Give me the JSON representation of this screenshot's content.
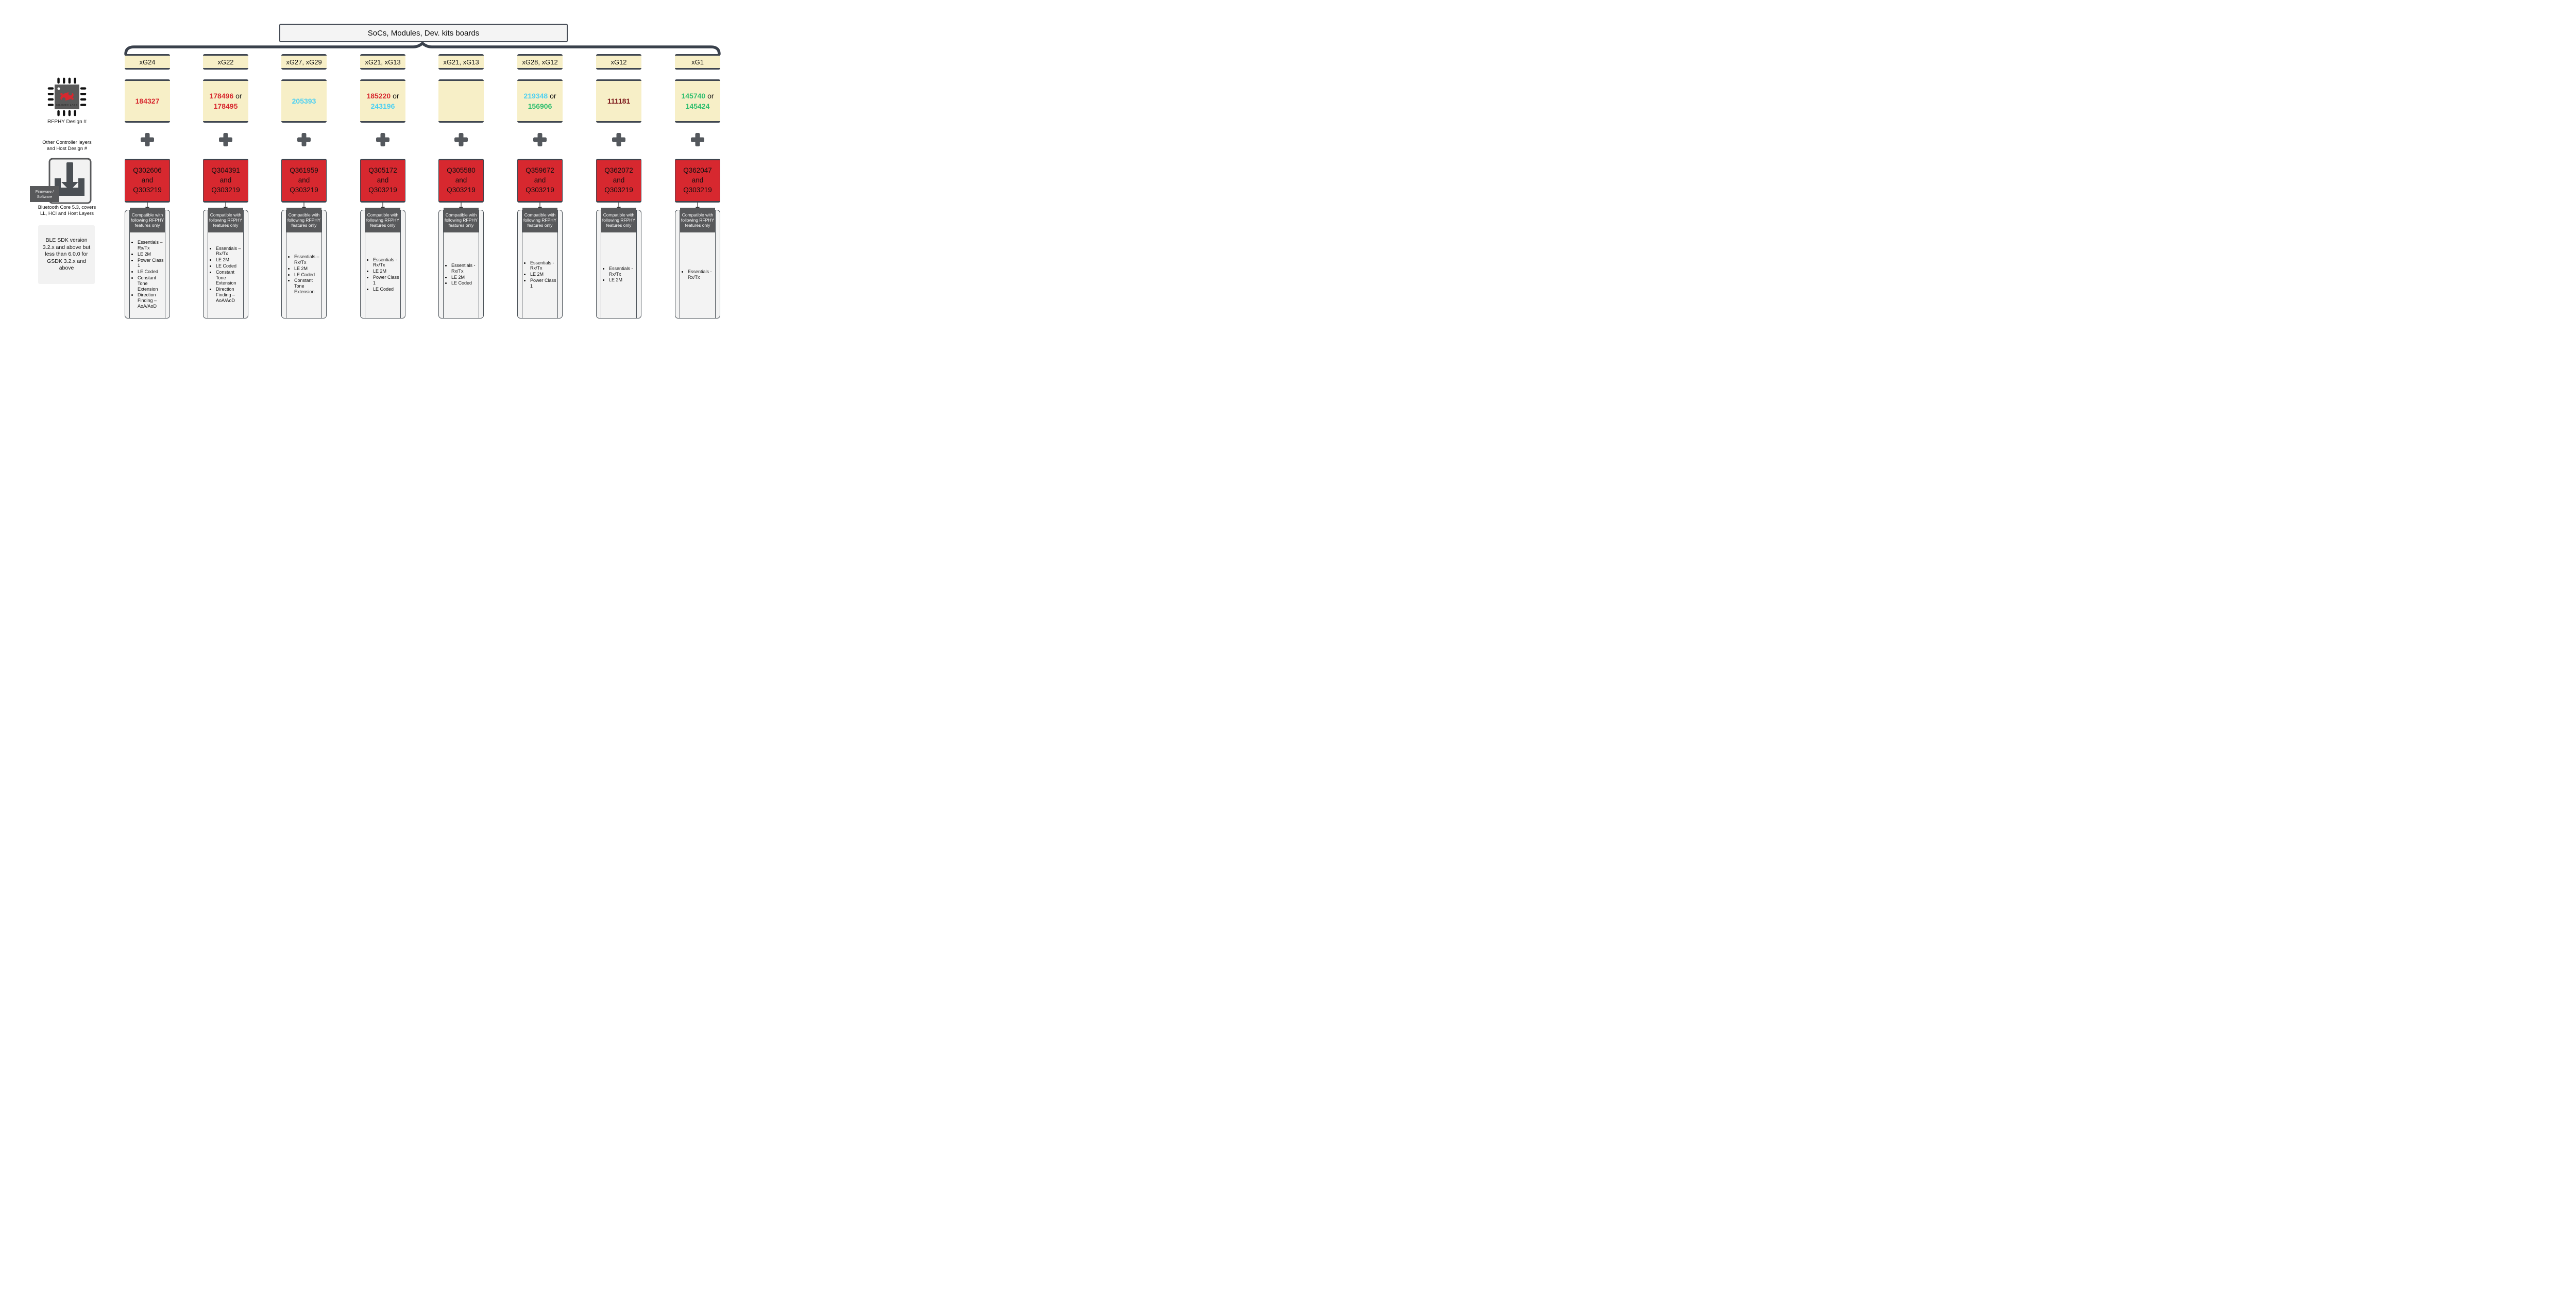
{
  "title": "SoCs, Modules, Dev. kits boards",
  "features_header": "Compatible with following RFPHY features only",
  "sidebar": {
    "chip_logo_text": "SILICON LABS",
    "rfphy_label": "RFPHY Design #",
    "controller_label": "Other Controller layers and Host Design #",
    "firmware_label": "Firmware /\nSoftware",
    "bluetooth_label": "Bluetooth Core 5.3, covers LL, HCI and Host Layers",
    "sdk_note": "BLE SDK version 3.2.x  and above but less than 6.0.0 for GSDK 3.2.x  and above"
  },
  "colors": {
    "red": "#D7282F",
    "cyan": "#4DD0F2",
    "green": "#2EBE6E",
    "maroon": "#7A1619",
    "cream": "#F7EFC7",
    "dark_slate": "#3F4650",
    "band_gray": "#58595B",
    "scroll_gray": "#F3F3F3",
    "title_gray": "#F4F4F4"
  },
  "columns": [
    {
      "name": "xG24",
      "design_lines": [
        [
          {
            "text": "184327",
            "color": "red"
          }
        ]
      ],
      "qualification": "Q302606\nand\nQ303219",
      "features": [
        "Essentials – Rx/Tx",
        "LE 2M",
        "Power Class 1",
        "LE Coded",
        "Constant Tone Extension",
        "Direction Finding – AoA/AoD"
      ]
    },
    {
      "name": "xG22",
      "design_lines": [
        [
          {
            "text": "178496",
            "color": "red"
          },
          {
            "text": " or",
            "color": "plain"
          }
        ],
        [
          {
            "text": "178495",
            "color": "red"
          }
        ]
      ],
      "qualification": "Q304391\nand\nQ303219",
      "features": [
        "Essentials – Rx/Tx",
        "LE 2M",
        "LE Coded",
        "Constant Tone Extension",
        "Direction Finding – AoA/AoD"
      ]
    },
    {
      "name": "xG27, xG29",
      "design_lines": [
        [
          {
            "text": "205393",
            "color": "cyan"
          }
        ]
      ],
      "qualification": "Q361959\nand\nQ303219",
      "features": [
        "Essentials – Rx/Tx",
        "LE 2M",
        "LE Coded",
        "Constant Tone Extension"
      ]
    },
    {
      "name": "xG21, xG13",
      "design_lines": [
        [
          {
            "text": "185220",
            "color": "red"
          },
          {
            "text": " or",
            "color": "plain"
          }
        ],
        [
          {
            "text": "243196",
            "color": "cyan"
          }
        ]
      ],
      "qualification": "Q305172\nand\nQ303219",
      "features": [
        "Essentials - Rx/Tx",
        "LE 2M",
        "Power Class 1",
        "LE Coded"
      ]
    },
    {
      "name": "xG21, xG13",
      "design_lines": [],
      "qualification": "Q305580\nand\nQ303219",
      "features": [
        "Essentials - Rx/Tx",
        "LE 2M",
        "LE Coded"
      ]
    },
    {
      "name": "xG28, xG12",
      "design_lines": [
        [
          {
            "text": "219348",
            "color": "cyan"
          },
          {
            "text": " or",
            "color": "plain"
          }
        ],
        [
          {
            "text": "156906",
            "color": "green"
          }
        ]
      ],
      "qualification": "Q359672\nand\nQ303219",
      "features": [
        "Essentials - Rx/Tx",
        "LE 2M",
        "Power Class 1"
      ]
    },
    {
      "name": "xG12",
      "design_lines": [
        [
          {
            "text": "111181",
            "color": "maroon"
          }
        ]
      ],
      "qualification": "Q362072\nand\nQ303219",
      "features": [
        "Essentials - Rx/Tx",
        "LE 2M"
      ]
    },
    {
      "name": "xG1",
      "design_lines": [
        [
          {
            "text": "145740",
            "color": "green"
          },
          {
            "text": " or",
            "color": "plain"
          }
        ],
        [
          {
            "text": "145424",
            "color": "green"
          }
        ]
      ],
      "qualification": "Q362047\nand\nQ303219",
      "features": [
        "Essentials - Rx/Tx"
      ]
    }
  ]
}
